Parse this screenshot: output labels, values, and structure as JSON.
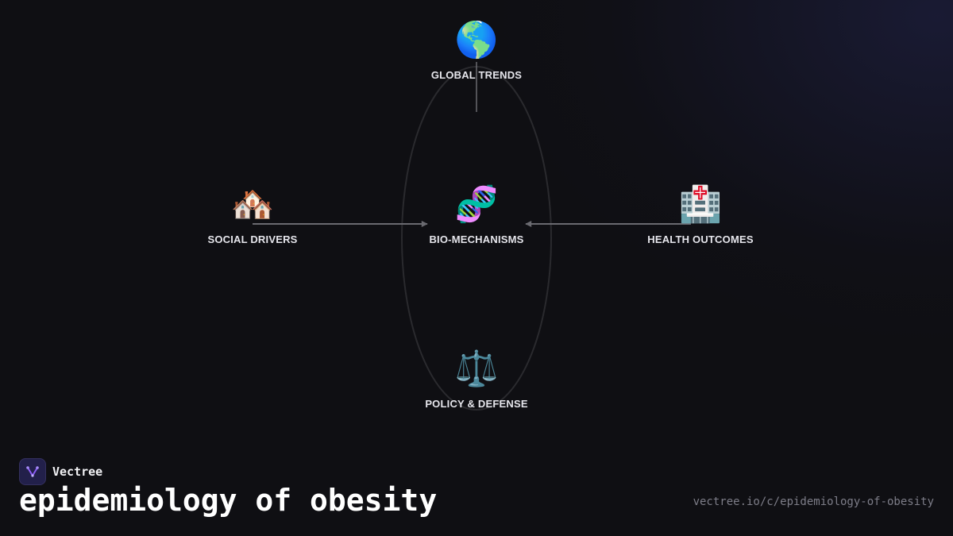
{
  "diagram": {
    "nodes": [
      {
        "id": "global",
        "label": "GLOBAL TRENDS",
        "icon": "globe-icon",
        "glyph": "🌎"
      },
      {
        "id": "social",
        "label": "SOCIAL DRIVERS",
        "icon": "houses-icon",
        "glyph": "🏘️"
      },
      {
        "id": "bio",
        "label": "BIO-MECHANISMS",
        "icon": "dna-icon",
        "glyph": "🧬"
      },
      {
        "id": "health",
        "label": "HEALTH OUTCOMES",
        "icon": "hospital-icon",
        "glyph": "🏥"
      },
      {
        "id": "policy",
        "label": "POLICY & DEFENSE",
        "icon": "balance-scale-icon",
        "glyph": "⚖️"
      }
    ],
    "edges": [
      {
        "from": "global",
        "to": "bio",
        "arrow": false
      },
      {
        "from": "social",
        "to": "bio",
        "arrow": true
      },
      {
        "from": "health",
        "to": "bio",
        "arrow": true
      }
    ]
  },
  "footer": {
    "brand_name": "Vectree",
    "title": "epidemiology of obesity",
    "url": "vectree.io/c/epidemiology-of-obesity"
  },
  "colors": {
    "background": "#0f0f13",
    "edge": "#6a6a70",
    "ring": "#2a2a2e",
    "label": "#e6e6ec",
    "brand_accent": "#8b5cf6"
  }
}
